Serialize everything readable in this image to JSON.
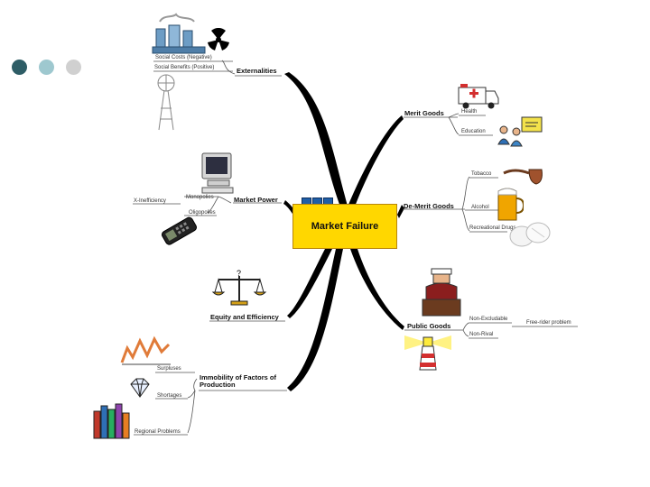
{
  "nav_dots": {
    "colors": [
      "#2e5d66",
      "#9ec8cf",
      "#d0d0d0"
    ]
  },
  "central": {
    "label": "Market Failure",
    "color": "#ffd700"
  },
  "branches": {
    "externalities": {
      "label": "Externalities",
      "leaves": [
        "Social Costs (Negative)",
        "Social Benefits (Positive)"
      ]
    },
    "market_power": {
      "label": "Market Power",
      "leaves": [
        "Monopolies",
        "X-Inefficiency",
        "Oligopolies"
      ]
    },
    "equity": {
      "label": "Equity and Efficiency"
    },
    "immobility": {
      "label": "Immobility of Factors of Production",
      "leaves": [
        "Surpluses",
        "Shortages",
        "Regional Problems"
      ]
    },
    "merit": {
      "label": "Merit Goods",
      "leaves": [
        "Health",
        "Education"
      ]
    },
    "demerit": {
      "label": "De-Merit Goods",
      "leaves": [
        "Tobacco",
        "Alcohol",
        "Recreational Drugs"
      ]
    },
    "public": {
      "label": "Public Goods",
      "leaves": [
        "Non-Excludable",
        "Non-Rival",
        "Free-rider problem"
      ]
    }
  },
  "icons": [
    "factory-icon",
    "radiation-icon",
    "windmill-icon",
    "computer-icon",
    "mobile-phone-icon",
    "scales-icon",
    "chart-icon",
    "diamond-icon",
    "books-icon",
    "ambulance-icon",
    "classroom-icon",
    "pipe-icon",
    "beer-icon",
    "pills-icon",
    "judge-icon",
    "lighthouse-icon"
  ]
}
